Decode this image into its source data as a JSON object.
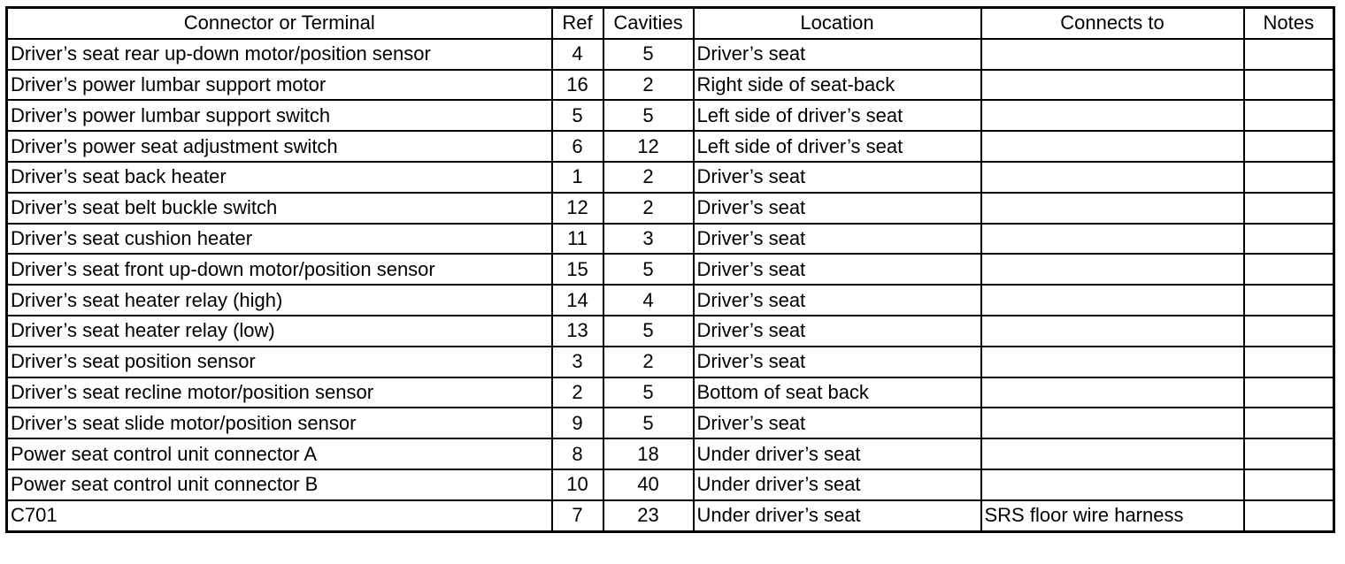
{
  "table": {
    "headers": [
      "Connector or Terminal",
      "Ref",
      "Cavities",
      "Location",
      "Connects to",
      "Notes"
    ],
    "rows": [
      {
        "connector": "Driver’s seat rear up-down motor/position sensor",
        "ref": "4",
        "cavities": "5",
        "location": "Driver’s seat",
        "connects_to": "",
        "notes": ""
      },
      {
        "connector": "Driver’s power lumbar support motor",
        "ref": "16",
        "cavities": "2",
        "location": "Right side of seat-back",
        "connects_to": "",
        "notes": ""
      },
      {
        "connector": "Driver’s power lumbar support switch",
        "ref": "5",
        "cavities": "5",
        "location": "Left side of driver’s seat",
        "connects_to": "",
        "notes": ""
      },
      {
        "connector": "Driver’s power seat adjustment switch",
        "ref": "6",
        "cavities": "12",
        "location": "Left side of driver’s seat",
        "connects_to": "",
        "notes": ""
      },
      {
        "connector": "Driver’s seat back heater",
        "ref": "1",
        "cavities": "2",
        "location": "Driver’s seat",
        "connects_to": "",
        "notes": ""
      },
      {
        "connector": "Driver’s seat belt buckle switch",
        "ref": "12",
        "cavities": "2",
        "location": "Driver’s seat",
        "connects_to": "",
        "notes": ""
      },
      {
        "connector": "Driver’s seat cushion heater",
        "ref": "11",
        "cavities": "3",
        "location": "Driver’s seat",
        "connects_to": "",
        "notes": ""
      },
      {
        "connector": "Driver’s seat front up-down motor/position sensor",
        "ref": "15",
        "cavities": "5",
        "location": "Driver’s seat",
        "connects_to": "",
        "notes": ""
      },
      {
        "connector": "Driver’s seat heater relay (high)",
        "ref": "14",
        "cavities": "4",
        "location": "Driver’s seat",
        "connects_to": "",
        "notes": ""
      },
      {
        "connector": "Driver’s seat heater relay (low)",
        "ref": "13",
        "cavities": "5",
        "location": "Driver’s seat",
        "connects_to": "",
        "notes": ""
      },
      {
        "connector": "Driver’s seat position sensor",
        "ref": "3",
        "cavities": "2",
        "location": "Driver’s seat",
        "connects_to": "",
        "notes": ""
      },
      {
        "connector": "Driver’s seat recline motor/position sensor",
        "ref": "2",
        "cavities": "5",
        "location": "Bottom of seat back",
        "connects_to": "",
        "notes": ""
      },
      {
        "connector": "Driver’s seat slide motor/position sensor",
        "ref": "9",
        "cavities": "5",
        "location": "Driver’s seat",
        "connects_to": "",
        "notes": ""
      },
      {
        "connector": "Power seat control unit connector A",
        "ref": "8",
        "cavities": "18",
        "location": "Under driver’s seat",
        "connects_to": "",
        "notes": ""
      },
      {
        "connector": "Power seat control unit connector B",
        "ref": "10",
        "cavities": "40",
        "location": "Under driver’s seat",
        "connects_to": "",
        "notes": ""
      },
      {
        "connector": "C701",
        "ref": "7",
        "cavities": "23",
        "location": "Under driver’s seat",
        "connects_to": "SRS floor wire harness",
        "notes": ""
      }
    ]
  }
}
